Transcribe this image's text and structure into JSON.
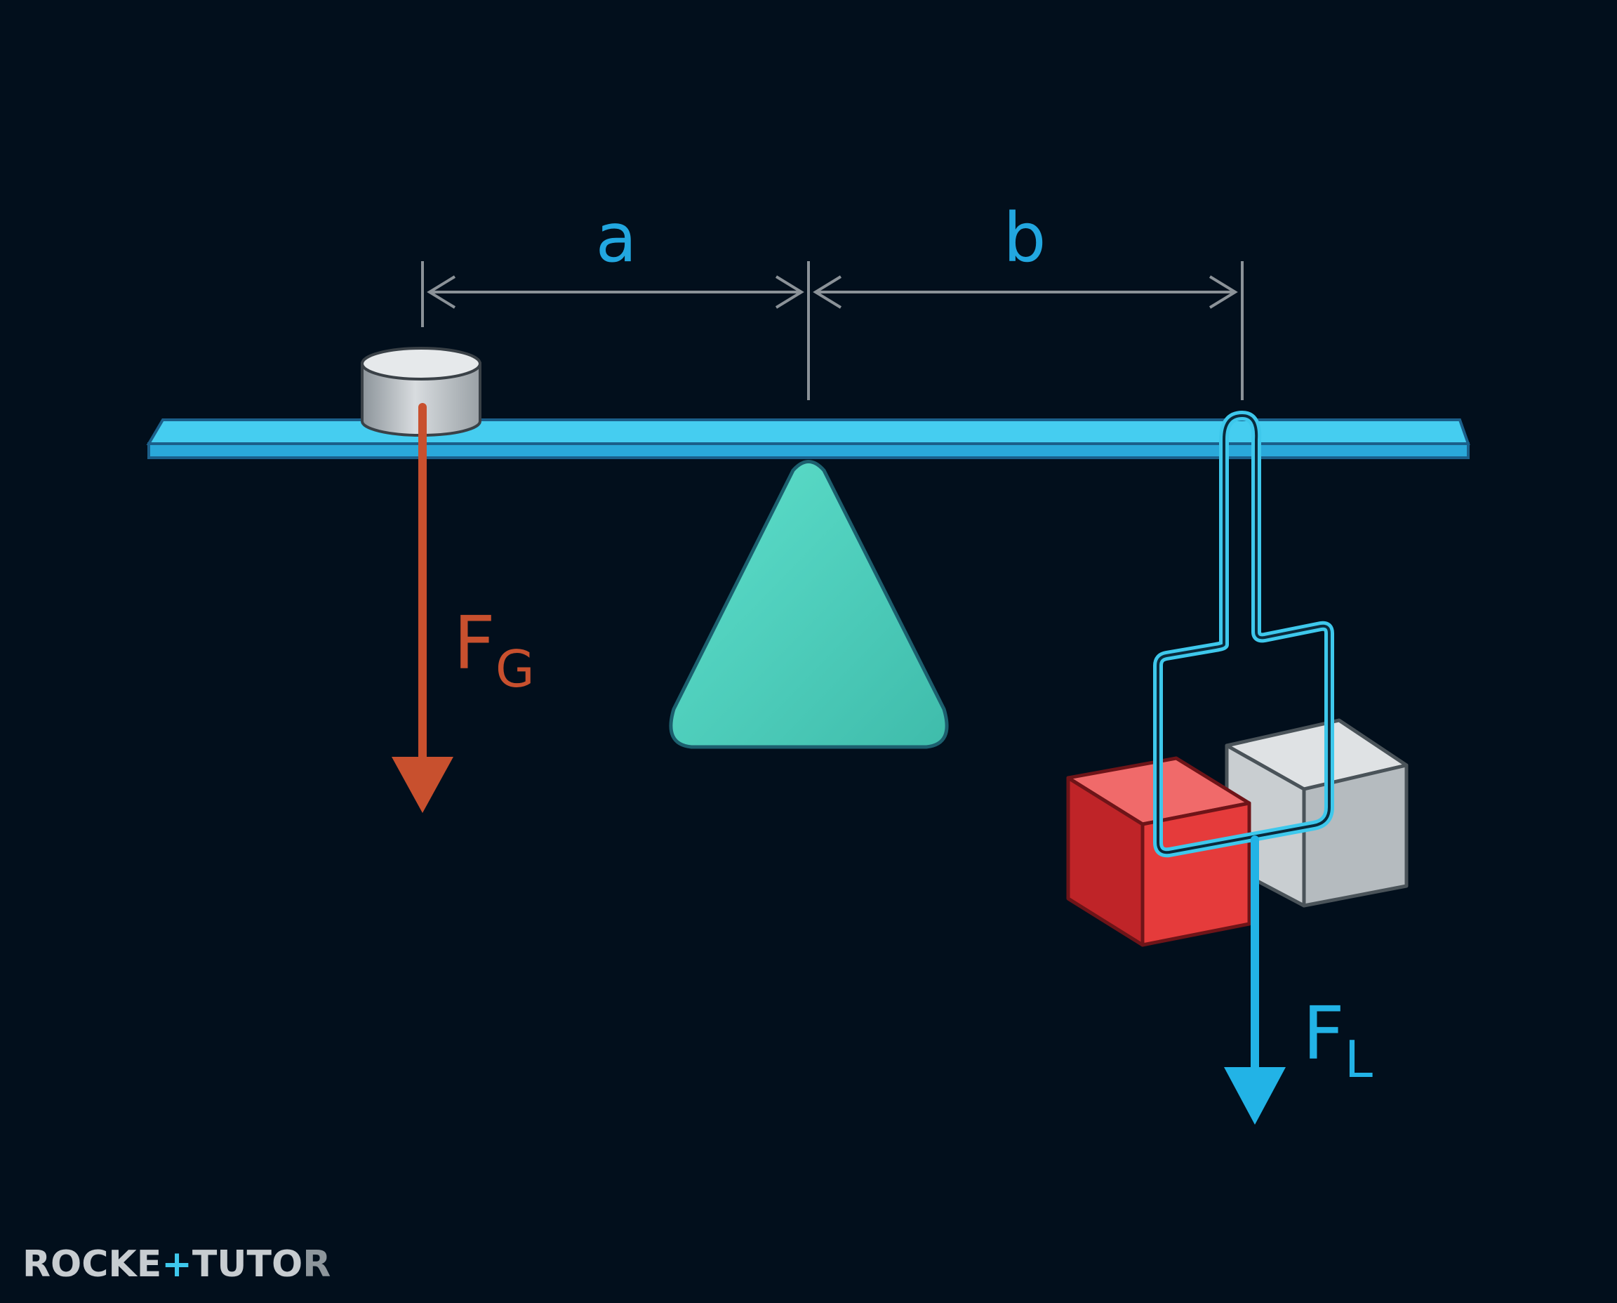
{
  "diagram": {
    "dimension_left_label": "a",
    "dimension_right_label": "b",
    "force_left": {
      "symbol": "F",
      "subscript": "G"
    },
    "force_right": {
      "symbol": "F",
      "subscript": "L"
    }
  },
  "logo": {
    "part1": "ROCKE",
    "part2": "TUTO",
    "part3": "R"
  },
  "colors": {
    "background": "#020f1c",
    "lever": "#3ec8ec",
    "fulcrum": "#4ecfbd",
    "force_left": "#c8502e",
    "force_right": "#22b3e6",
    "dimension_lines": "#8b9298",
    "red_block": "#e03c3c",
    "grey_block": "#c6cbce"
  }
}
